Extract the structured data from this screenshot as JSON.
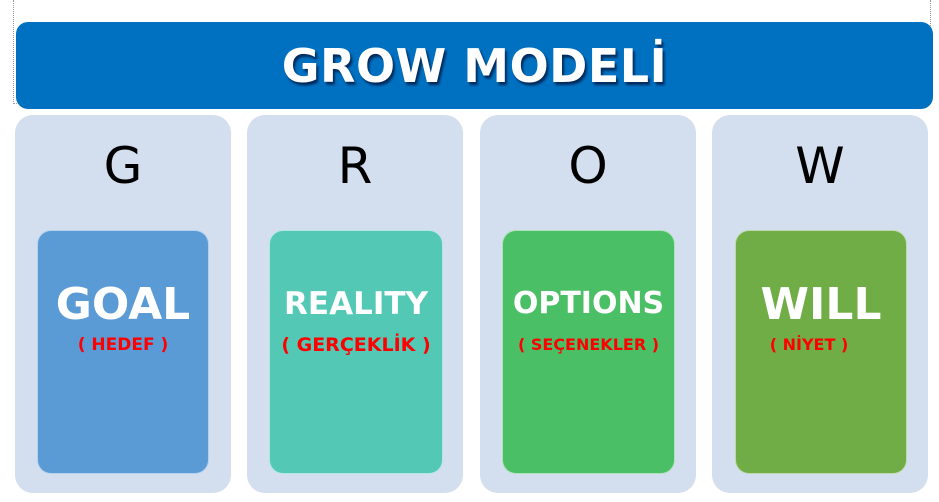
{
  "title": "GROW MODELİ",
  "colors": {
    "banner": "#0070C0",
    "panel_bg": "#D3DEEF",
    "subtitle": "#FF0000",
    "term_text": "#FFFFFF"
  },
  "steps": [
    {
      "letter": "G",
      "term": "GOAL",
      "translation": "( HEDEF )",
      "color": "#5B9BD5"
    },
    {
      "letter": "R",
      "term": "REALITY",
      "translation": "( GERÇEKLİK )",
      "color": "#53C9B5"
    },
    {
      "letter": "O",
      "term": "OPTIONS",
      "translation": "( SEÇENEKLER )",
      "color": "#4ABF66"
    },
    {
      "letter": "W",
      "term": "WILL",
      "translation": "( NİYET )",
      "color": "#70AD47"
    }
  ]
}
